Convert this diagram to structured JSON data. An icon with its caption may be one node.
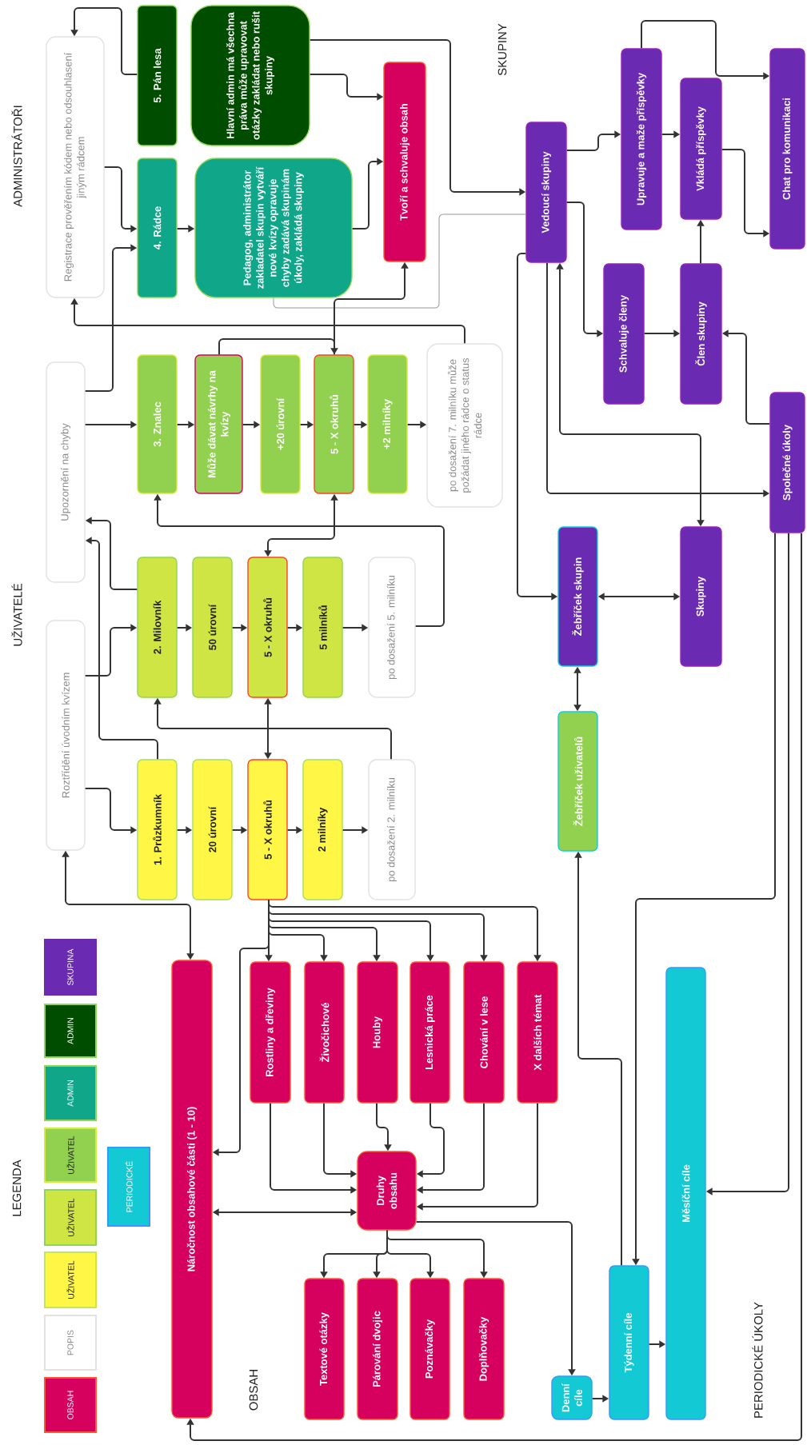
{
  "diagram": {
    "nodes": [
      {
        "text": [
          "Registrace prověřením kódem nebo odsouhlasení jiným rádcem"
        ]
      },
      {
        "text": [
          "5. Pán lesa"
        ]
      },
      {
        "text": [
          "Hlavní admin má všechna práva může upravovat otázky zakládat nebo rušit skupiny"
        ]
      },
      {
        "text": [
          "4. Rádce"
        ]
      },
      {
        "text": [
          "Pedagog, administrátor zakladatel skupin vytváří nové kvízy opravuje chyby zadává skupinám úkoly, zakládá skupiny"
        ]
      },
      {
        "text": [
          "Tvoří a schvaluje obsah"
        ]
      },
      {
        "text": [
          "Upozornění na chyby"
        ]
      },
      {
        "text": [
          "3. Znalec"
        ]
      },
      {
        "text": [
          "Může dávat návrhy na kvízy"
        ]
      },
      {
        "text": [
          "+20 úrovní"
        ]
      },
      {
        "text": [
          "5 - X okruhů"
        ]
      },
      {
        "text": [
          "+2 milníky"
        ]
      },
      {
        "text": [
          "po dosažení 7. milníku může požádat jiného rádce o status rádce"
        ]
      },
      {
        "text": [
          "Roztřídění úvodním kvízem"
        ]
      },
      {
        "text": [
          "2. Milovník"
        ]
      },
      {
        "text": [
          "50 úrovní"
        ]
      },
      {
        "text": [
          "5 - X okruhů"
        ]
      },
      {
        "text": [
          "5 milníků"
        ]
      },
      {
        "text": [
          "po dosažení 5. milníku"
        ]
      },
      {
        "text": [
          "1. Průzkumník"
        ]
      },
      {
        "text": [
          "20 úrovní"
        ]
      },
      {
        "text": [
          "5 - X okruhů"
        ]
      },
      {
        "text": [
          "2 milníky"
        ]
      },
      {
        "text": [
          "po dosažení 2. milníku"
        ]
      },
      {
        "text": [
          "Vedoucí skupiny"
        ]
      },
      {
        "text": [
          "Upravuje a maže příspěvky"
        ]
      },
      {
        "text": [
          "Vkládá příspěvky"
        ]
      },
      {
        "text": [
          "Chat pro komunikaci"
        ]
      },
      {
        "text": [
          "Schvaluje členy"
        ]
      },
      {
        "text": [
          "Člen skupiny"
        ]
      },
      {
        "text": [
          "Společné úkoly"
        ]
      },
      {
        "text": [
          "Žebříček skupin"
        ]
      },
      {
        "text": [
          "Skupiny"
        ]
      },
      {
        "text": [
          "Žebříček uživatelů"
        ]
      },
      {
        "text": [
          "Náročnost obsahové části (1 - 10)"
        ]
      },
      {
        "text": [
          "Rostliny a dřeviny"
        ]
      },
      {
        "text": [
          "Živočichové"
        ]
      },
      {
        "text": [
          "Houby"
        ]
      },
      {
        "text": [
          "Lesnická práce"
        ]
      },
      {
        "text": [
          "Chování v lese"
        ]
      },
      {
        "text": [
          "X dalších témat"
        ]
      },
      {
        "text": [
          "Druhy obsahu"
        ]
      },
      {
        "text": [
          "Textové otázky"
        ]
      },
      {
        "text": [
          "Párování dvojic"
        ]
      },
      {
        "text": [
          "Poznávačky"
        ]
      },
      {
        "text": [
          "Doplňovačky"
        ]
      },
      {
        "text": [
          "Denní cíle"
        ]
      },
      {
        "text": [
          "Týdenní cíle"
        ]
      },
      {
        "text": [
          "Měsíční cíle"
        ]
      }
    ],
    "edges": [
      {
        "from": 1,
        "to": 0,
        "arrow": "to"
      },
      {
        "from": 2,
        "to": 24,
        "arrow": "to"
      },
      {
        "from": 2,
        "to": 5,
        "arrow": "to"
      },
      {
        "from": 0,
        "to": 3,
        "arrow": "to"
      },
      {
        "from": 6,
        "to": 3,
        "arrow": "to"
      },
      {
        "from": 3,
        "to": 4,
        "arrow": "to"
      },
      {
        "from": 4,
        "to": 5,
        "arrow": "to"
      },
      {
        "from": 4,
        "to": 24,
        "arrow": "none",
        "color": "#999999"
      },
      {
        "from": 12,
        "to": 0,
        "arrow": "to"
      },
      {
        "from": 8,
        "to": 10,
        "arrow": "to"
      },
      {
        "from": 10,
        "to": 5,
        "arrow": "to"
      },
      {
        "from": 10,
        "to": 16,
        "arrow": "both"
      },
      {
        "from": 18,
        "to": 7,
        "arrow": "to"
      },
      {
        "from": 14,
        "to": 6,
        "arrow": "to"
      },
      {
        "from": 19,
        "to": 6,
        "arrow": "to"
      },
      {
        "from": 13,
        "to": 14,
        "arrow": "to"
      },
      {
        "from": 13,
        "to": 19,
        "arrow": "to"
      },
      {
        "from": 6,
        "to": 7,
        "arrow": "to"
      },
      {
        "from": 7,
        "to": 8,
        "arrow": "to"
      },
      {
        "from": 8,
        "to": 9,
        "arrow": "to"
      },
      {
        "from": 9,
        "to": 10,
        "arrow": "to"
      },
      {
        "from": 10,
        "to": 11,
        "arrow": "to"
      },
      {
        "from": 11,
        "to": 12,
        "arrow": "to"
      },
      {
        "from": 14,
        "to": 15,
        "arrow": "to"
      },
      {
        "from": 15,
        "to": 16,
        "arrow": "to"
      },
      {
        "from": 16,
        "to": 17,
        "arrow": "to"
      },
      {
        "from": 17,
        "to": 18,
        "arrow": "to"
      },
      {
        "from": 19,
        "to": 20,
        "arrow": "to"
      },
      {
        "from": 20,
        "to": 21,
        "arrow": "to"
      },
      {
        "from": 21,
        "to": 22,
        "arrow": "to"
      },
      {
        "from": 22,
        "to": 23,
        "arrow": "to"
      },
      {
        "from": 16,
        "to": 21,
        "arrow": "both"
      },
      {
        "from": 23,
        "to": 14,
        "arrow": "to"
      },
      {
        "from": 13,
        "to": 34,
        "arrow": "both"
      },
      {
        "from": 21,
        "to": 35,
        "arrow": "to"
      },
      {
        "from": 21,
        "to": 36,
        "arrow": "to"
      },
      {
        "from": 21,
        "to": 37,
        "arrow": "to"
      },
      {
        "from": 21,
        "to": 38,
        "arrow": "to"
      },
      {
        "from": 21,
        "to": 39,
        "arrow": "to"
      },
      {
        "from": 21,
        "to": 40,
        "arrow": "to"
      },
      {
        "from": 21,
        "to": 34,
        "arrow": "to"
      },
      {
        "from": 35,
        "to": 41,
        "arrow": "to"
      },
      {
        "from": 36,
        "to": 41,
        "arrow": "to"
      },
      {
        "from": 37,
        "to": 41,
        "arrow": "to"
      },
      {
        "from": 38,
        "to": 41,
        "arrow": "to"
      },
      {
        "from": 39,
        "to": 41,
        "arrow": "to"
      },
      {
        "from": 40,
        "to": 41,
        "arrow": "to"
      },
      {
        "from": 34,
        "to": 41,
        "arrow": "both"
      },
      {
        "from": 41,
        "to": 42,
        "arrow": "to"
      },
      {
        "from": 41,
        "to": 43,
        "arrow": "to"
      },
      {
        "from": 41,
        "to": 44,
        "arrow": "to"
      },
      {
        "from": 41,
        "to": 45,
        "arrow": "to"
      },
      {
        "from": 41,
        "to": 46,
        "arrow": "to"
      },
      {
        "from": 46,
        "to": 47,
        "arrow": "to"
      },
      {
        "from": 47,
        "to": 48,
        "arrow": "to"
      },
      {
        "from": 30,
        "to": 34,
        "arrow": "to"
      },
      {
        "from": 30,
        "to": 47,
        "arrow": "to"
      },
      {
        "from": 47,
        "to": 33,
        "arrow": "to"
      },
      {
        "from": 30,
        "to": 48,
        "arrow": "to"
      },
      {
        "from": 24,
        "to": 25,
        "arrow": "to"
      },
      {
        "from": 25,
        "to": 26,
        "arrow": "to"
      },
      {
        "from": 25,
        "to": 27,
        "arrow": "to"
      },
      {
        "from": 26,
        "to": 27,
        "arrow": "to"
      },
      {
        "from": 24,
        "to": 28,
        "arrow": "to"
      },
      {
        "from": 28,
        "to": 29,
        "arrow": "to"
      },
      {
        "from": 29,
        "to": 26,
        "arrow": "to"
      },
      {
        "from": 30,
        "to": 29,
        "arrow": "to"
      },
      {
        "from": 24,
        "to": 31,
        "arrow": "to"
      },
      {
        "from": 24,
        "to": 30,
        "arrow": "to"
      },
      {
        "from": 24,
        "to": 32,
        "arrow": "both"
      },
      {
        "from": 31,
        "to": 32,
        "arrow": "both"
      },
      {
        "from": 31,
        "to": 33,
        "arrow": "both"
      }
    ],
    "labels": [
      "LEGENDA",
      "UŽIVATELÉ",
      "ADMINISTRÁTOŘI",
      "SKUPINY",
      "OBSAH",
      "PERIODICKÉ ÚKOLY"
    ],
    "legend": [
      {
        "text": "OBSAH",
        "color": "#d6005f"
      },
      {
        "text": "POPIS"
      },
      {
        "text": "UŽIVATEL",
        "color": "#fff645"
      },
      {
        "text": "UŽIVATEL",
        "color": "#cfe544"
      },
      {
        "text": "UŽIVATEL",
        "color": "#92d050"
      },
      {
        "text": "ADMIN",
        "color": "#0fa68a"
      },
      {
        "text": "ADMIN",
        "color": "#004d00"
      },
      {
        "text": "SKUPINA",
        "color": "#6a2bb2"
      },
      {
        "text": "PERIODICKÉ",
        "color": "#13c9d4"
      }
    ]
  }
}
